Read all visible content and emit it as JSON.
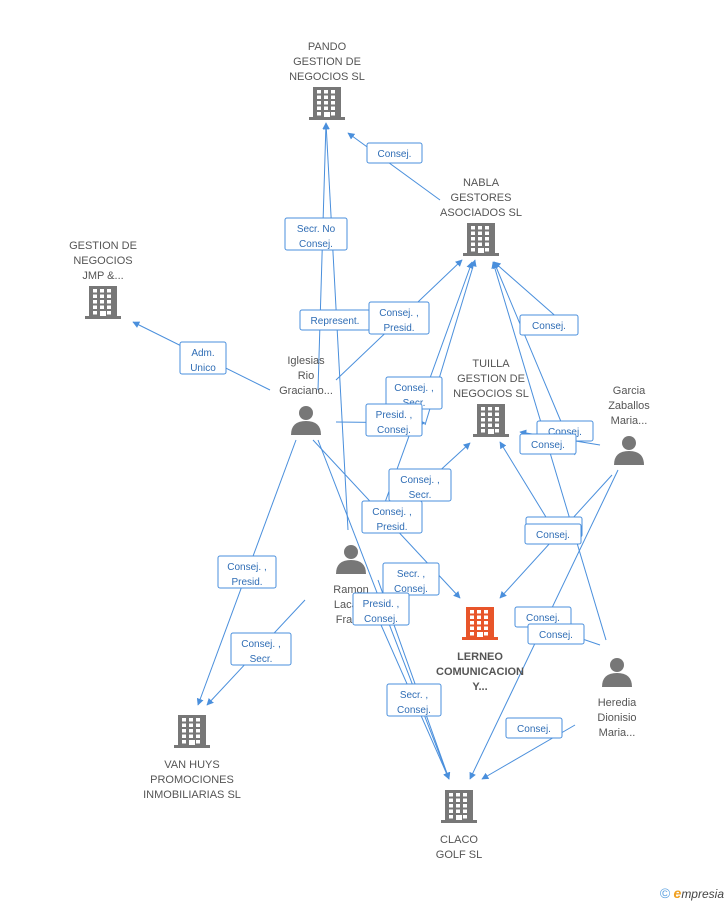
{
  "colors": {
    "edge": "#4a8fdc",
    "node": "#777777",
    "main_node": "#e8552a"
  },
  "nodes": [
    {
      "id": "pando",
      "type": "company",
      "lines": [
        "PANDO",
        "GESTION DE",
        "NEGOCIOS SL"
      ]
    },
    {
      "id": "nabla",
      "type": "company",
      "lines": [
        "NABLA",
        "GESTORES",
        "ASOCIADOS SL"
      ]
    },
    {
      "id": "jmp",
      "type": "company",
      "lines": [
        "GESTION DE",
        "NEGOCIOS",
        "JMP &..."
      ]
    },
    {
      "id": "tuilla",
      "type": "company",
      "lines": [
        "TUILLA",
        "GESTION DE",
        "NEGOCIOS SL"
      ]
    },
    {
      "id": "iglesias",
      "type": "person",
      "lines": [
        "Iglesias",
        "Rio",
        "Graciano..."
      ]
    },
    {
      "id": "garcia",
      "type": "person",
      "lines": [
        "Garcia",
        "Zaballos",
        "Maria..."
      ]
    },
    {
      "id": "ramon",
      "type": "person",
      "lines": [
        "Ramon",
        "Laca S",
        "Franci"
      ]
    },
    {
      "id": "lerneo",
      "type": "main",
      "lines": [
        "LERNEO",
        "COMUNICACION",
        "Y..."
      ]
    },
    {
      "id": "heredia",
      "type": "person",
      "lines": [
        "Heredia",
        "Dionisio",
        "Maria..."
      ]
    },
    {
      "id": "vanhuys",
      "type": "company",
      "lines": [
        "VAN HUYS",
        "PROMOCIONES",
        "INMOBILIARIAS SL"
      ]
    },
    {
      "id": "claco",
      "type": "company",
      "lines": [
        "CLACO",
        "GOLF SL"
      ]
    }
  ],
  "edge_labels": [
    {
      "id": "e1",
      "lines": [
        "Consej."
      ]
    },
    {
      "id": "e2",
      "lines": [
        "Secr.  No",
        "Consej."
      ]
    },
    {
      "id": "e3",
      "lines": [
        "Represent."
      ]
    },
    {
      "id": "e4",
      "lines": [
        "Consej. ,",
        "Presid."
      ]
    },
    {
      "id": "e5",
      "lines": [
        "Adm.",
        "Unico"
      ]
    },
    {
      "id": "e6",
      "lines": [
        "Consej."
      ]
    },
    {
      "id": "e7",
      "lines": [
        "Consej. ,",
        "Secr."
      ]
    },
    {
      "id": "e8",
      "lines": [
        "Presid. ,",
        "Consej."
      ]
    },
    {
      "id": "e9",
      "lines": [
        "Consej."
      ]
    },
    {
      "id": "e10",
      "lines": [
        "Consej."
      ]
    },
    {
      "id": "e11",
      "lines": [
        "Consej. ,",
        "Secr."
      ]
    },
    {
      "id": "e12",
      "lines": [
        "Consej. ,",
        "Presid."
      ]
    },
    {
      "id": "e13",
      "lines": [
        "Consej."
      ]
    },
    {
      "id": "e14",
      "lines": [
        "Consej."
      ]
    },
    {
      "id": "e15",
      "lines": [
        "Consej. ,",
        "Presid."
      ]
    },
    {
      "id": "e16",
      "lines": [
        "Secr. ,",
        "Consej."
      ]
    },
    {
      "id": "e17",
      "lines": [
        "Presid. ,",
        "Consej."
      ]
    },
    {
      "id": "e18",
      "lines": [
        "Consej."
      ]
    },
    {
      "id": "e19",
      "lines": [
        "Consej."
      ]
    },
    {
      "id": "e20",
      "lines": [
        "Consej. ,",
        "Secr."
      ]
    },
    {
      "id": "e21",
      "lines": [
        "Secr. ,",
        "Consej."
      ]
    },
    {
      "id": "e22",
      "lines": [
        "Consej."
      ]
    }
  ],
  "footer": {
    "copyright": "©",
    "brand_initial": "e",
    "brand_rest": "mpresia"
  }
}
